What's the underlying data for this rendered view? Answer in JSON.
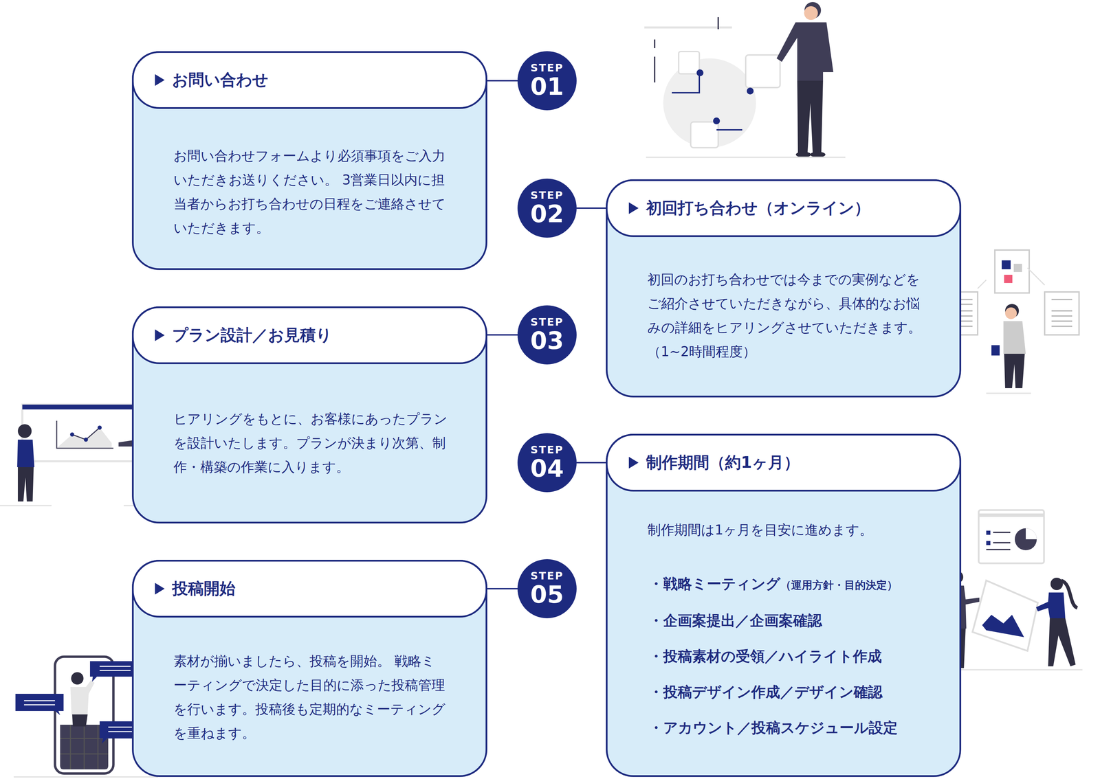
{
  "diagram": {
    "nodes": [
      {
        "text": [
          "お問い合わせ",
          "お問い合わせフォームより必須事項をご入力いただきお送りください。 3営業日以内に担当者からお打ち合わせの日程をご連絡させていただきます。"
        ]
      },
      {
        "text": [
          "STEP",
          "01"
        ]
      },
      {
        "text": [
          "STEP",
          "02"
        ]
      },
      {
        "text": [
          "初回打ち合わせ（オンライン）",
          "初回のお打ち合わせでは今までの実例などをご紹介させていただきながら、具体的なお悩みの詳細をヒアリングさせていただきます。（1~2時間程度）"
        ]
      },
      {
        "text": [
          "プラン設計／お見積り",
          "ヒアリングをもとに、お客様にあったプランを設計いたします。プランが決まり次第、制作・構築の作業に入ります。"
        ]
      },
      {
        "text": [
          "STEP",
          "03"
        ]
      },
      {
        "text": [
          "STEP",
          "04"
        ]
      },
      {
        "text": [
          "制作期間（約1ヶ月）",
          "制作期間は1ヶ月を目安に進めます。",
          "・戦略ミーティング",
          "（運用方針・目的決定）",
          "・企画案提出／企画案確認",
          "・投稿素材の受領／ハイライト作成",
          "・投稿デザイン作成／デザイン確認",
          "・アカウント／投稿スケジュール設定"
        ]
      },
      {
        "text": [
          "投稿開始",
          "素材が揃いましたら、投稿を開始。 戦略ミーティングで決定した目的に添った投稿管理を行います。投稿後も定期的なミーティングを重ねます。"
        ]
      },
      {
        "text": [
          "STEP",
          "05"
        ]
      }
    ],
    "edges": [
      {
        "from": 1,
        "to": 0,
        "arrow": "none"
      },
      {
        "from": 2,
        "to": 3,
        "arrow": "none"
      },
      {
        "from": 5,
        "to": 4,
        "arrow": "none"
      },
      {
        "from": 6,
        "to": 7,
        "arrow": "none"
      },
      {
        "from": 9,
        "to": 8,
        "arrow": "none"
      }
    ]
  }
}
